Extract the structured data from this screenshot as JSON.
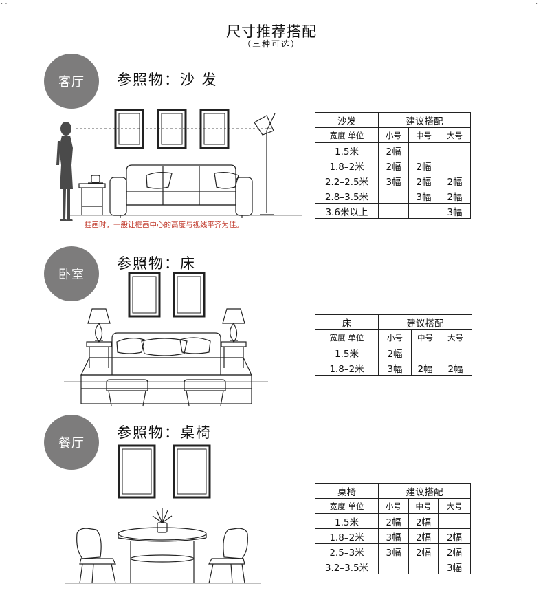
{
  "corner": {
    "left": "· ·",
    "right": "·"
  },
  "header": {
    "title": "尺寸推荐搭配",
    "subtitle": "（三种可选）"
  },
  "sections": [
    {
      "room": "客厅",
      "reference": "参照物：沙 发",
      "note": "挂画时，一般让框画中心的高度与视线平齐为佳。",
      "table": {
        "item": "沙发",
        "group": "建议搭配",
        "width_label": "宽度 单位",
        "sizes": [
          "小号",
          "中号",
          "大号"
        ],
        "rows": [
          [
            "1.5米",
            "2幅",
            "",
            ""
          ],
          [
            "1.8–2米",
            "2幅",
            "2幅",
            ""
          ],
          [
            "2.2–2.5米",
            "3幅",
            "2幅",
            "2幅"
          ],
          [
            "2.8–3.5米",
            "",
            "3幅",
            "2幅"
          ],
          [
            "3.6米以上",
            "",
            "",
            "3幅"
          ]
        ]
      }
    },
    {
      "room": "卧室",
      "reference": "参照物：床",
      "table": {
        "item": "床",
        "group": "建议搭配",
        "width_label": "宽度 单位",
        "sizes": [
          "小号",
          "中号",
          "大号"
        ],
        "rows": [
          [
            "1.5米",
            "2幅",
            "",
            ""
          ],
          [
            "1.8–2米",
            "3幅",
            "2幅",
            "2幅"
          ]
        ]
      }
    },
    {
      "room": "餐厅",
      "reference": "参照物：桌椅",
      "table": {
        "item": "桌椅",
        "group": "建议搭配",
        "width_label": "宽度 单位",
        "sizes": [
          "小号",
          "中号",
          "大号"
        ],
        "rows": [
          [
            "1.5米",
            "2幅",
            "2幅",
            ""
          ],
          [
            "1.8–2米",
            "3幅",
            "2幅",
            "2幅"
          ],
          [
            "2.5–3米",
            "3幅",
            "2幅",
            "2幅"
          ],
          [
            "3.2–3.5米",
            "",
            "",
            "3幅"
          ]
        ]
      }
    }
  ],
  "illustrations": {
    "living": "person-sofa-lamp-frames",
    "bedroom": "bed-nightstands-lamps-frames",
    "dining": "table-chairs-plant-frames"
  }
}
